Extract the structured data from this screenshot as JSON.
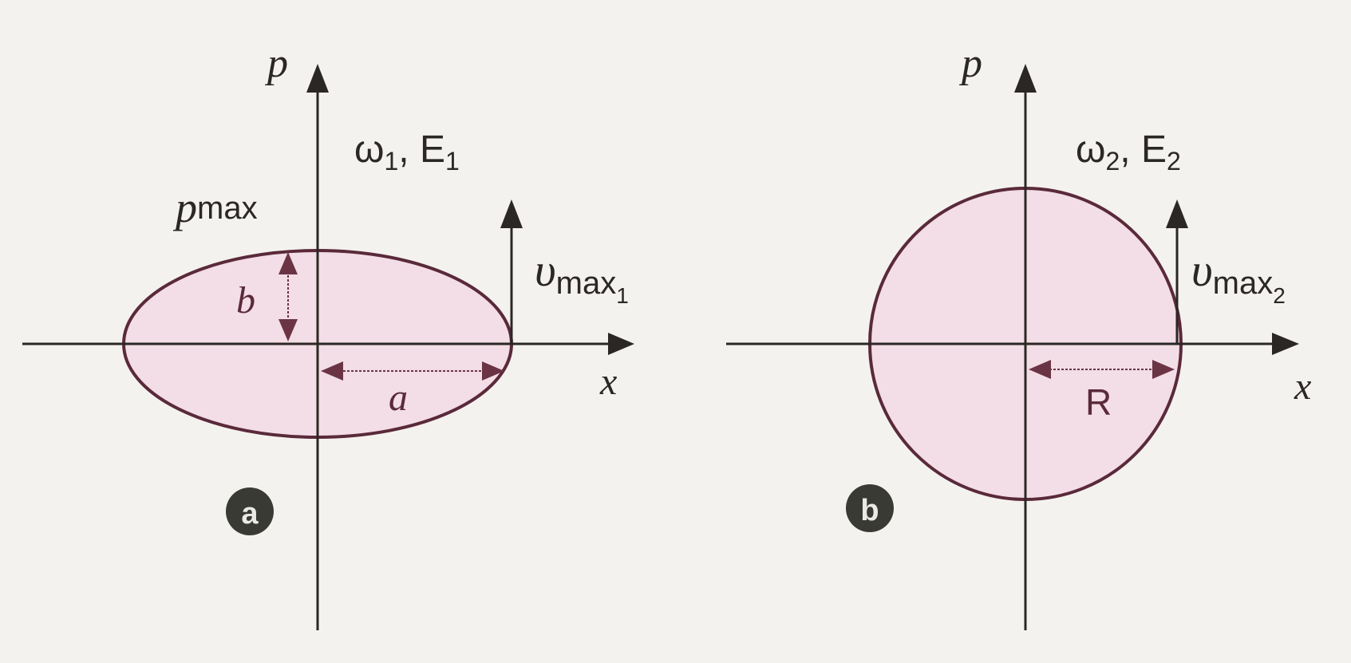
{
  "colors": {
    "background": "#f4f2ef",
    "ink": "#2b2724",
    "fill": "#f3dde6",
    "outline": "#5a2a3a",
    "dim_arrow": "#6b3444",
    "badge": "#3a3a34"
  },
  "diagram_a": {
    "badge": "a",
    "axis_x_label": "x",
    "axis_y_label": "p",
    "title": {
      "omega": "ω",
      "omega_sub": "1",
      "sep": ", ",
      "energy": "E",
      "energy_sub": "1"
    },
    "pmax": {
      "symbol": "p",
      "sub": "max"
    },
    "vmax": {
      "symbol": "υ",
      "sub": "max",
      "subsub": "1"
    },
    "semi_axis_b": "b",
    "semi_axis_a": "a"
  },
  "diagram_b": {
    "badge": "b",
    "axis_x_label": "x",
    "axis_y_label": "p",
    "title": {
      "omega": "ω",
      "omega_sub": "2",
      "sep": ", ",
      "energy": "E",
      "energy_sub": "2"
    },
    "vmax": {
      "symbol": "υ",
      "sub": "max",
      "subsub": "2"
    },
    "radius": "R"
  }
}
